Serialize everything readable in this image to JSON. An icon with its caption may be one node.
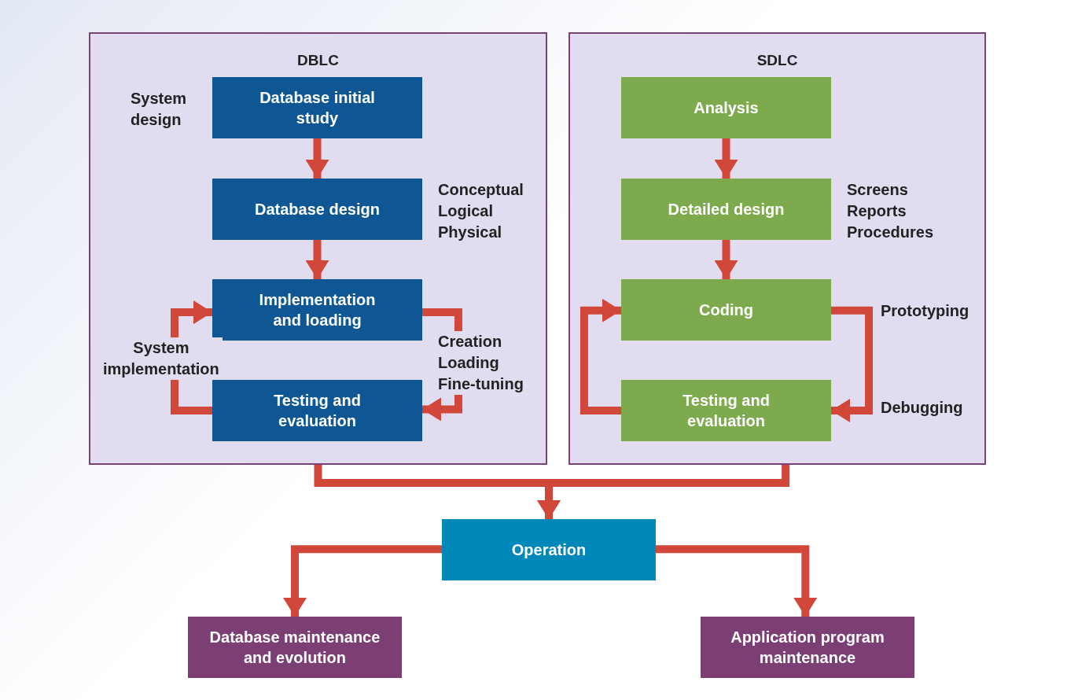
{
  "diagram": {
    "nodes": [
      {
        "text": [
          "DBLC"
        ]
      },
      {
        "text": [
          "Database initial study"
        ],
        "in": 0
      },
      {
        "text": [
          "Database design"
        ],
        "in": 0
      },
      {
        "text": [
          "Implementation and loading"
        ],
        "in": 0
      },
      {
        "text": [
          "Testing and evaluation"
        ],
        "in": 0
      },
      {
        "text": [
          "SDLC"
        ]
      },
      {
        "text": [
          "Analysis"
        ],
        "in": 5
      },
      {
        "text": [
          "Detailed design"
        ],
        "in": 5
      },
      {
        "text": [
          "Coding"
        ],
        "in": 5
      },
      {
        "text": [
          "Testing and evaluation"
        ],
        "in": 5
      },
      {
        "text": [
          "Operation"
        ]
      },
      {
        "text": [
          "Database maintenance and evolution"
        ]
      },
      {
        "text": [
          "Application program maintenance"
        ]
      }
    ],
    "edges": [
      {
        "from": 1,
        "to": 2,
        "arrow": "to"
      },
      {
        "from": 2,
        "to": 3,
        "arrow": "to"
      },
      {
        "from": 3,
        "to": 4,
        "arrow": "to"
      },
      {
        "from": 4,
        "to": 3,
        "arrow": "to"
      },
      {
        "from": 6,
        "to": 7,
        "arrow": "to"
      },
      {
        "from": 7,
        "to": 8,
        "arrow": "to"
      },
      {
        "from": 8,
        "to": 9,
        "arrow": "to"
      },
      {
        "from": 9,
        "to": 8,
        "arrow": "to"
      },
      {
        "from": 0,
        "to": 10,
        "arrow": "to"
      },
      {
        "from": 5,
        "to": 10,
        "arrow": "to"
      },
      {
        "from": 10,
        "to": 11,
        "arrow": "to"
      },
      {
        "from": 10,
        "to": 12,
        "arrow": "to"
      }
    ],
    "labels": [
      "System design",
      "Conceptual Logical Physical",
      "System implementation",
      "Creation Loading Fine-tuning",
      "Screens Reports Procedures",
      "Prototyping",
      "Debugging"
    ]
  }
}
